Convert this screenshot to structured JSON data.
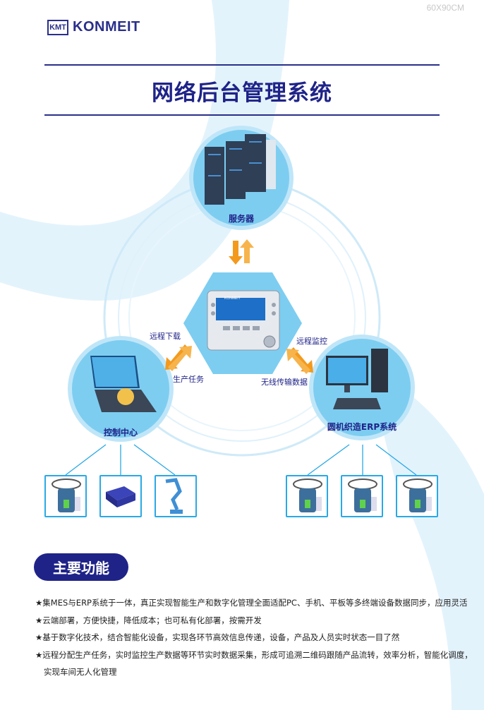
{
  "size_label": "60X90CM",
  "logo": {
    "mark": "KMT",
    "text": "KONMEIT"
  },
  "title": "网络后台管理系统",
  "nodes": {
    "server": "服务器",
    "control": "控制中心",
    "erp": "圆机织造ERP系统"
  },
  "flows": {
    "remote_download": "远程下载",
    "production_task": "生产任务",
    "remote_monitor": "远程监控",
    "wireless_data": "无线传输数据"
  },
  "device_screen": {
    "brand": "KONMEIT"
  },
  "section_button": "主要功能",
  "features": [
    "★集MES与ERP系统于一体，真正实现智能生产和数字化管理全面适配PC、手机、平板等多终端设备数据同步，应用灵活",
    "★云端部署，方便快捷，降低成本；也可私有化部署，按需开发",
    "★基于数字化技术，结合智能化设备，实现各环节高效信息传递，设备，产品及人员实时状态一目了然",
    "★远程分配生产任务，实时监控生产数据等环节实时数据采集，形成可追溯二维码跟随产品流转，效率分析，智能化调度，",
    "实现车间无人化管理"
  ],
  "colors": {
    "navy": "#1f2388",
    "sky": "#7dcdf1",
    "orange": "#f39a1e",
    "line": "#29a9e6"
  }
}
